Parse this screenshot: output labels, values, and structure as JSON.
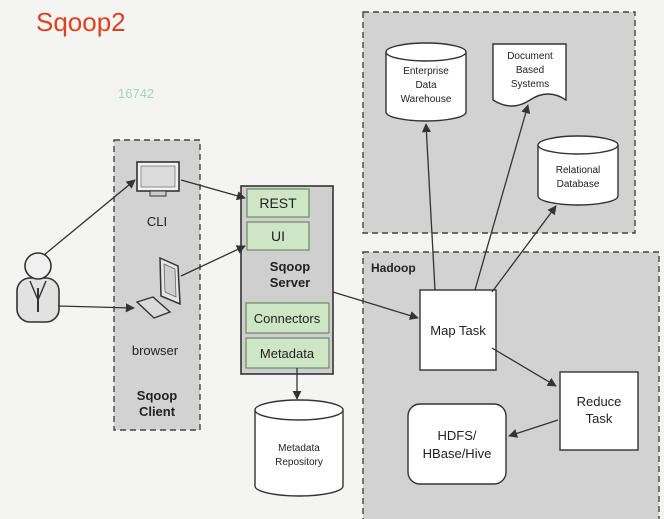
{
  "title": "Sqoop2",
  "watermark": "16742",
  "colors": {
    "title": "#e0401f",
    "watermark": "#a9cfc7",
    "group_fill": "#d2d2d2",
    "component_fill": "#cfe6c6",
    "component_stroke": "#6f8a63",
    "box_fill": "#ffffff",
    "stroke": "#3a3a3a",
    "arrow": "#333333"
  },
  "icons": {
    "user": "user-icon",
    "cli": "monitor-icon",
    "browser": "computer-icon"
  },
  "client": {
    "cli_label": "CLI",
    "browser_label": "browser",
    "group_label_1": "Sqoop",
    "group_label_2": "Client"
  },
  "server": {
    "rest_label": "REST",
    "ui_label": "UI",
    "title_1": "Sqoop",
    "title_2": "Server",
    "connectors_label": "Connectors",
    "metadata_label": "Metadata"
  },
  "repository": {
    "line_1": "Metadata",
    "line_2": "Repository"
  },
  "targets": {
    "edw": [
      "Enterprise",
      "Data",
      "Warehouse"
    ],
    "docs": [
      "Document",
      "Based",
      "Systems"
    ],
    "rdb": [
      "Relational",
      "Database"
    ]
  },
  "hadoop": {
    "group_label": "Hadoop",
    "map_task": "Map Task",
    "reduce_task": [
      "Reduce",
      "Task"
    ],
    "hdfs": [
      "HDFS/",
      "HBase/Hive"
    ]
  }
}
